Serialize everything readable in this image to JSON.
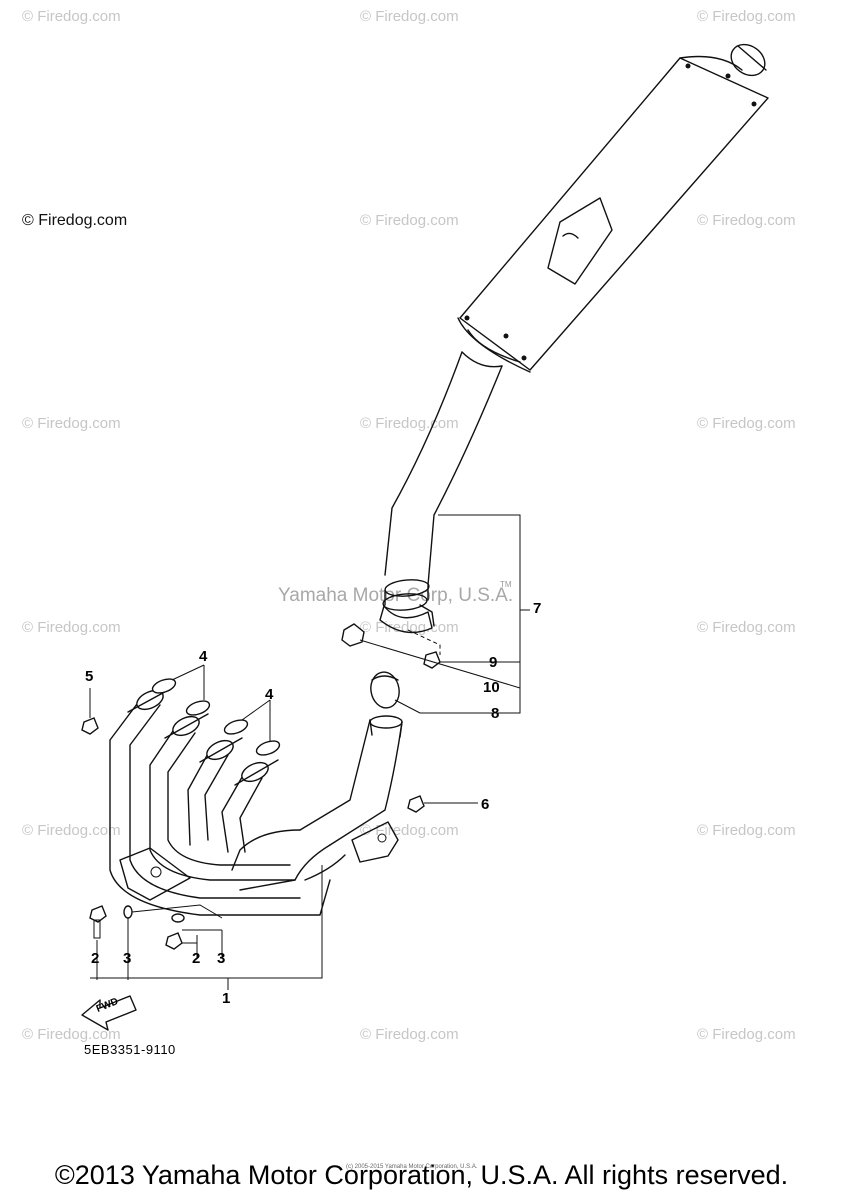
{
  "watermark": "© Firedog.com",
  "watermark_left": "© Firedog.com",
  "center_watermark": "Yamaha Motor Corp, U.S.A.",
  "tm_mark": "TM",
  "callouts": {
    "c1": "1",
    "c2a": "2",
    "c2b": "2",
    "c3a": "3",
    "c3b": "3",
    "c4a": "4",
    "c4b": "4",
    "c5": "5",
    "c6": "6",
    "c7": "7",
    "c8": "8",
    "c9": "9",
    "c10": "10"
  },
  "fwd_label": "FWD",
  "part_code": "5EB3351-9110",
  "small_copyright": "(c) 2005-2015 Yamaha Motor Corporation, U.S.A.",
  "footer": "©2013 Yamaha Motor Corporation, U.S.A. All rights reserved."
}
